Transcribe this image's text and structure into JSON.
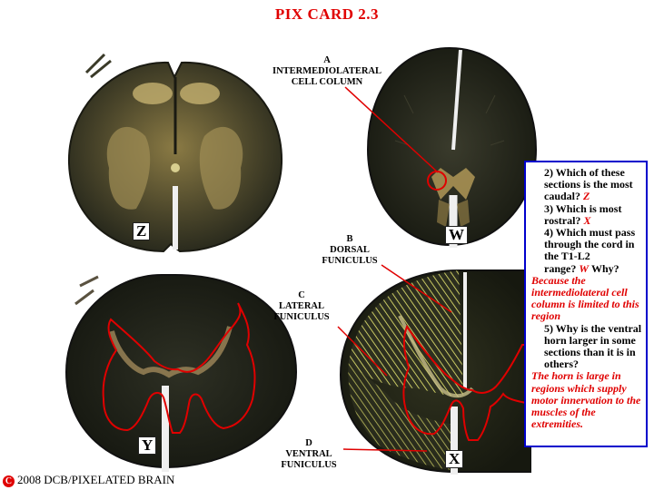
{
  "title": "PIX CARD 2.3",
  "sections": {
    "z": {
      "tag": "Z"
    },
    "w": {
      "tag": "W"
    },
    "y": {
      "tag": "Y"
    },
    "x": {
      "tag": "X"
    }
  },
  "labels": {
    "a": {
      "letter": "A",
      "line1": "INTERMEDIOLATERAL",
      "line2": "CELL COLUMN"
    },
    "b": {
      "letter": "B",
      "line1": "DORSAL",
      "line2": "FUNICULUS"
    },
    "c": {
      "letter": "C",
      "line1": "LATERAL",
      "line2": "FUNICULUS"
    },
    "d": {
      "letter": "D",
      "line1": "VENTRAL",
      "line2": "FUNICULUS"
    }
  },
  "qa": {
    "q2": "2) Which of these sections is the most caudal?",
    "a2": "Z",
    "q3": "3) Which is most rostral?",
    "a3": "X",
    "q4": "4) Which must pass through the cord in the T1-L2 range?",
    "a4": "W",
    "q4b": "Why?",
    "a4b": "Because the intermediolateral cell column is limited to this region",
    "q5": "5) Why is the ventral horn larger in some sections than it is in others?",
    "a5": "The horn is large in regions which supply motor innervation to the muscles of the extremities."
  },
  "footer": {
    "symbol": "C",
    "text": "2008  DCB/PIXELATED BRAIN"
  },
  "colors": {
    "title": "#e00000",
    "answer": "#e00000",
    "box_border": "#0000cc",
    "outline": "#e00000",
    "tissue_dark": "#1c1f16",
    "tissue_light": "#b79f5c",
    "hatch": "#d9d96a"
  }
}
